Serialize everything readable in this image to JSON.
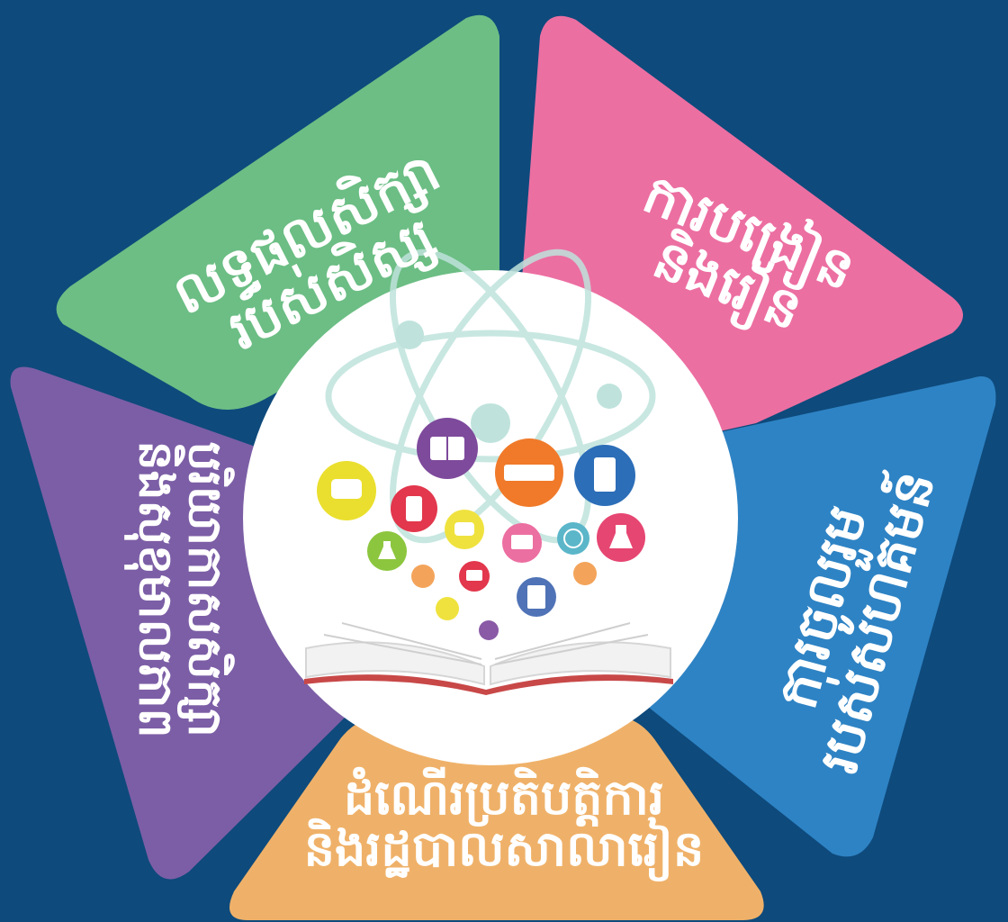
{
  "diagram": {
    "segments": [
      {
        "line1": "លទ្ធផលសិក្សា",
        "line2": "របស់សិស្ស",
        "color": "#6cbe84"
      },
      {
        "line1": "ការបង្រៀន",
        "line2": "និងរៀន",
        "color": "#ec6fa2"
      },
      {
        "line1": "ការចូលរួម",
        "line2": "របស់សហគមន៍",
        "color": "#2e83c4"
      },
      {
        "line1": "ដំណើរប្រតិបត្តិការ",
        "line2": "និងរដ្ឋបាលសាលារៀន",
        "color": "#efb169"
      },
      {
        "line1": "បរិយាកាសសិក្សា",
        "line2": "និងសុខុមាលភាព",
        "color": "#7c5ea6"
      }
    ],
    "background_color": "#0e4a7c",
    "center_color": "#ffffff",
    "center_icons": [
      "book-icon",
      "ticket-icon",
      "tablet-icon",
      "chat-bubble-icon",
      "phone-icon",
      "chat-bubble-icon",
      "monitor-icon",
      "globe-icon",
      "flask-icon",
      "calculator-icon",
      "mouse-icon",
      "open-book-icon"
    ]
  }
}
